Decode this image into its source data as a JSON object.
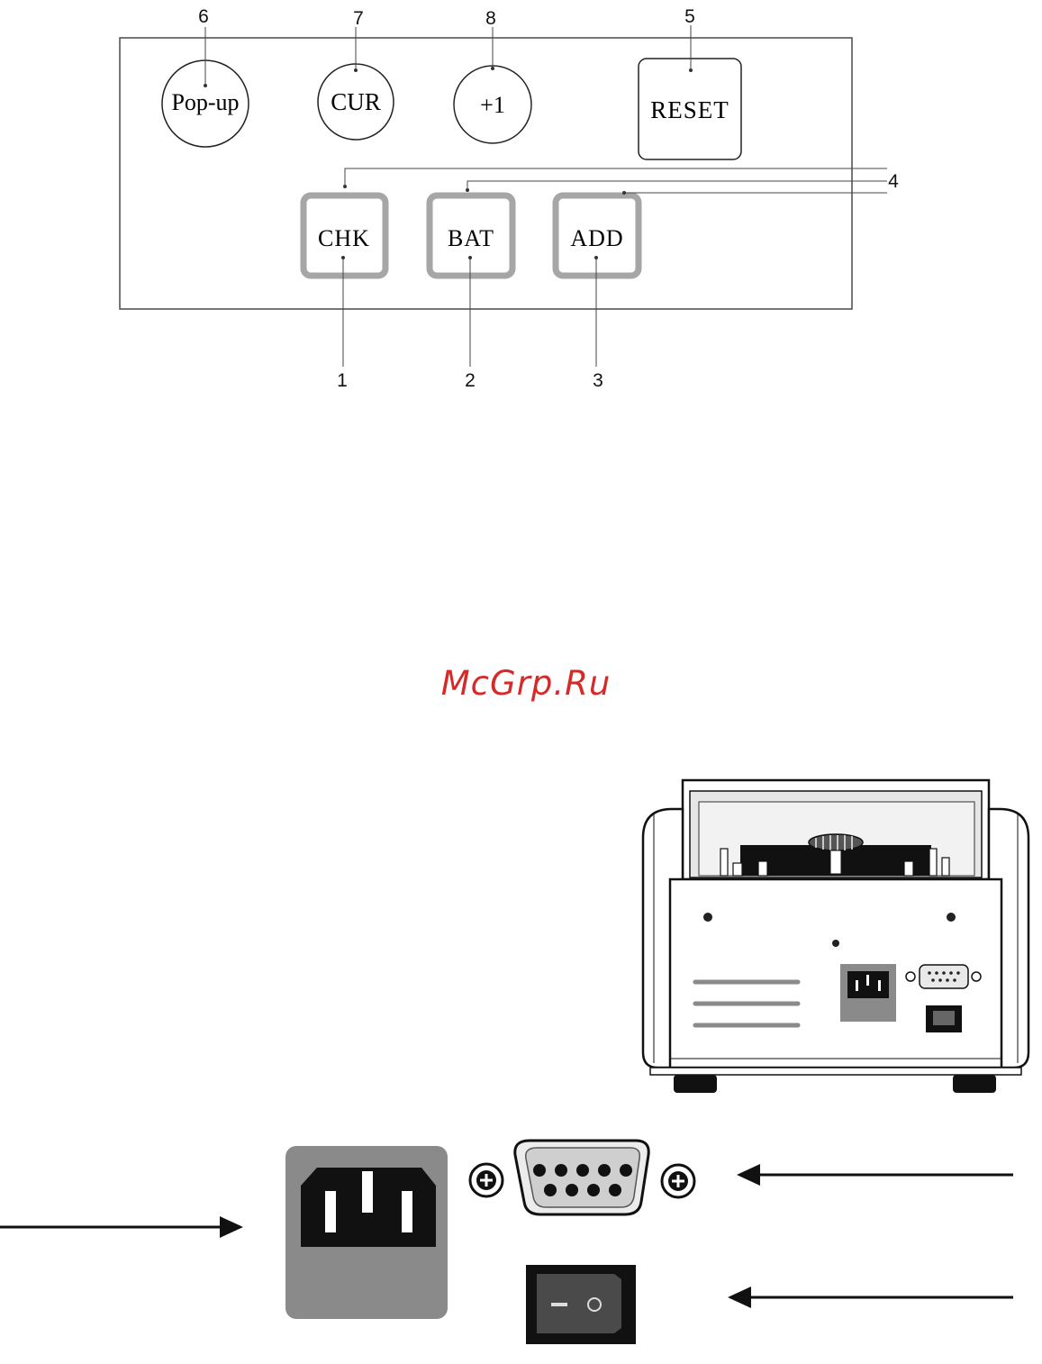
{
  "panel": {
    "buttons": {
      "popup": "Pop-up",
      "cur": "CUR",
      "plus1": "+1",
      "reset": "RESET",
      "chk": "CHK",
      "bat": "BAT",
      "add": "ADD"
    },
    "callouts": {
      "n1": "1",
      "n2": "2",
      "n3": "3",
      "n4": "4",
      "n5": "5",
      "n6": "6",
      "n7": "7",
      "n8": "8"
    }
  },
  "watermark": "McGrp.Ru",
  "icons": {
    "machine": "banknote-counter-rear-view",
    "power_socket": "power-socket-icon",
    "serial_port": "serial-port-icon",
    "power_switch": "power-switch-icon",
    "arrow": "arrow-left-icon"
  },
  "colors": {
    "watermark": "#d42a2a",
    "key_border": "#a6a6a6",
    "socket_panel": "#8a8a8a"
  }
}
